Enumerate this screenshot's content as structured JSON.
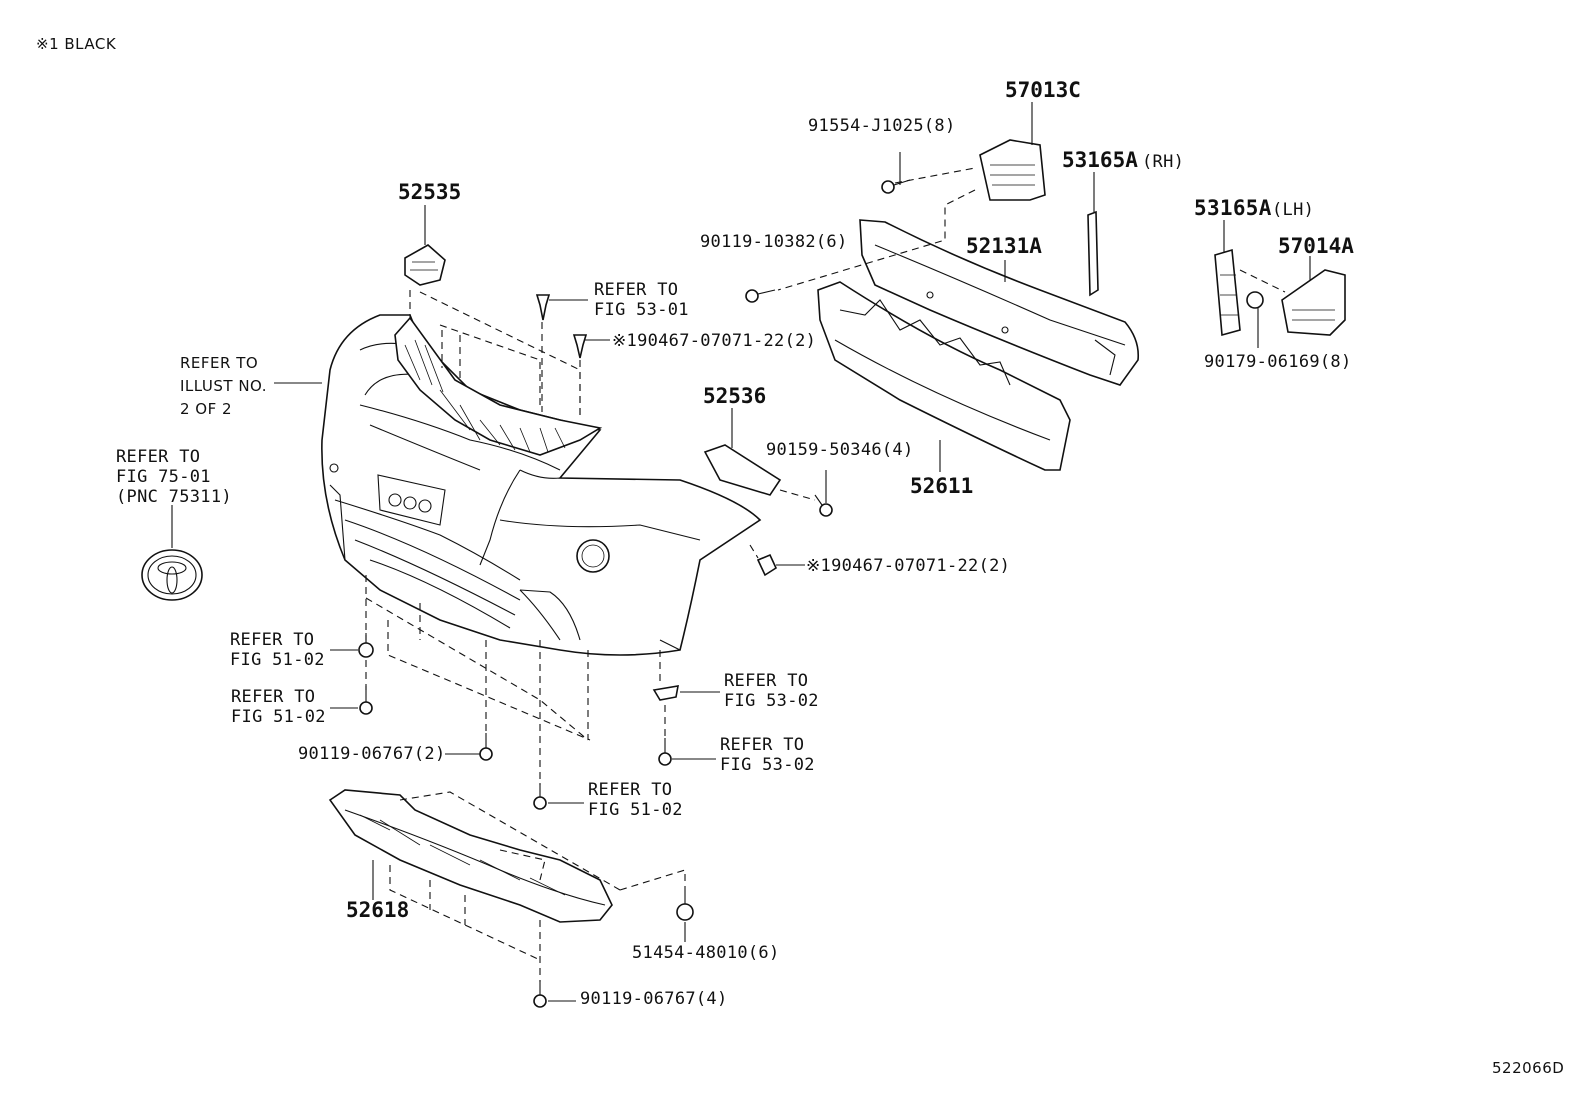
{
  "note": "※1 BLACK",
  "figure_code": "522066D",
  "labels": {
    "p57013c": "57013C",
    "p91554": "91554-J1025(8)",
    "p53165rh": "53165A",
    "p53165rh_side": "(RH)",
    "p52535": "52535",
    "p90119_10382": "90119-10382(6)",
    "p52131a": "52131A",
    "p53165lh": "53165A",
    "p53165lh_side": "(LH)",
    "p57014a": "57014A",
    "refer_53_01": "REFER TO\nFIG 53-01",
    "clip_top": "※190467-07071-22(2)",
    "refer_illust": "REFER TO\nILLUST NO.\n2 OF 2",
    "p90179": "90179-06169(8)",
    "refer_75_01": "REFER TO\nFIG 75-01\n(PNC 75311)",
    "p52536": "52536",
    "p90159": "90159-50346(4)",
    "p52611": "52611",
    "clip_side": "※190467-07071-22(2)",
    "refer_51_02_a": "REFER TO\nFIG 51-02",
    "refer_51_02_b": "REFER TO\nFIG 51-02",
    "refer_53_02_a": "REFER TO\nFIG 53-02",
    "refer_53_02_b": "REFER TO\nFIG 53-02",
    "p90119_06767_2": "90119-06767(2)",
    "refer_51_02_c": "REFER TO\nFIG 51-02",
    "p52618": "52618",
    "p51454": "51454-48010(6)",
    "p90119_06767_4": "90119-06767(4)"
  }
}
